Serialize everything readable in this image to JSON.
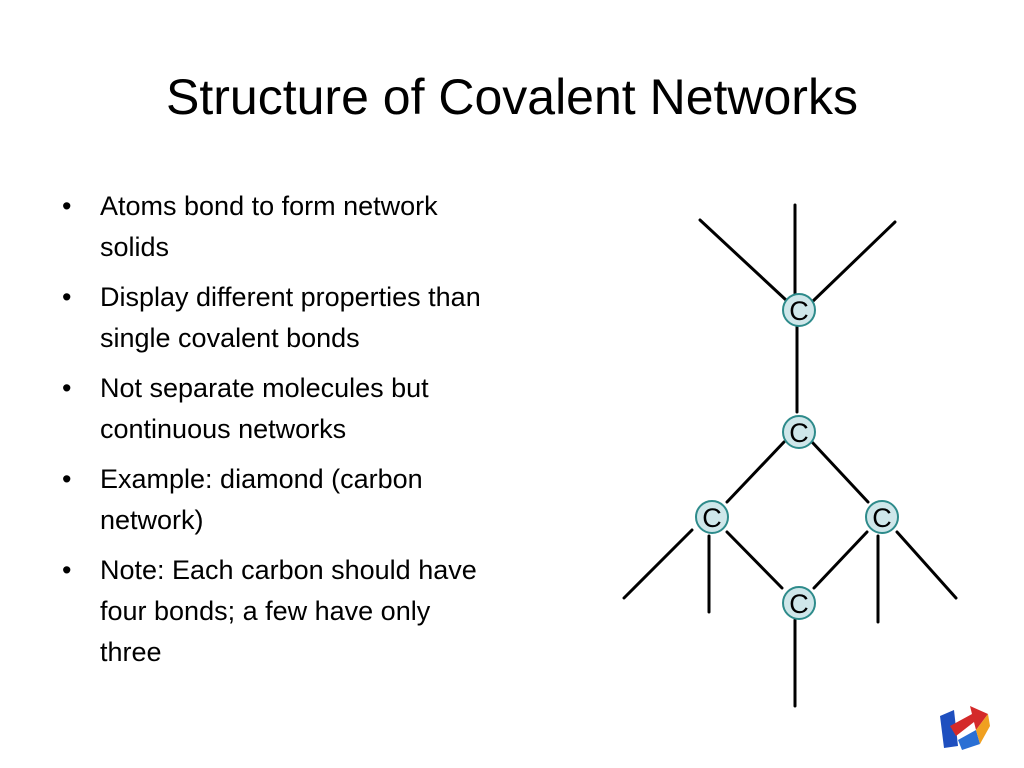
{
  "slide": {
    "title": "Structure of Covalent Networks",
    "bullets": [
      "Atoms bond to form network solids",
      "Display different properties than single covalent bonds",
      "Not separate molecules but continuous networks",
      "Example:  diamond (carbon network)",
      "Note: Each carbon should have four bonds; a few have only three"
    ]
  },
  "diagram": {
    "atom_label": "C",
    "atom_fill": "#cfe7ea",
    "atom_stroke": "#2e8b8b",
    "bond_color": "#000000"
  },
  "logo": {
    "icon": "publisher-arrows-logo"
  }
}
